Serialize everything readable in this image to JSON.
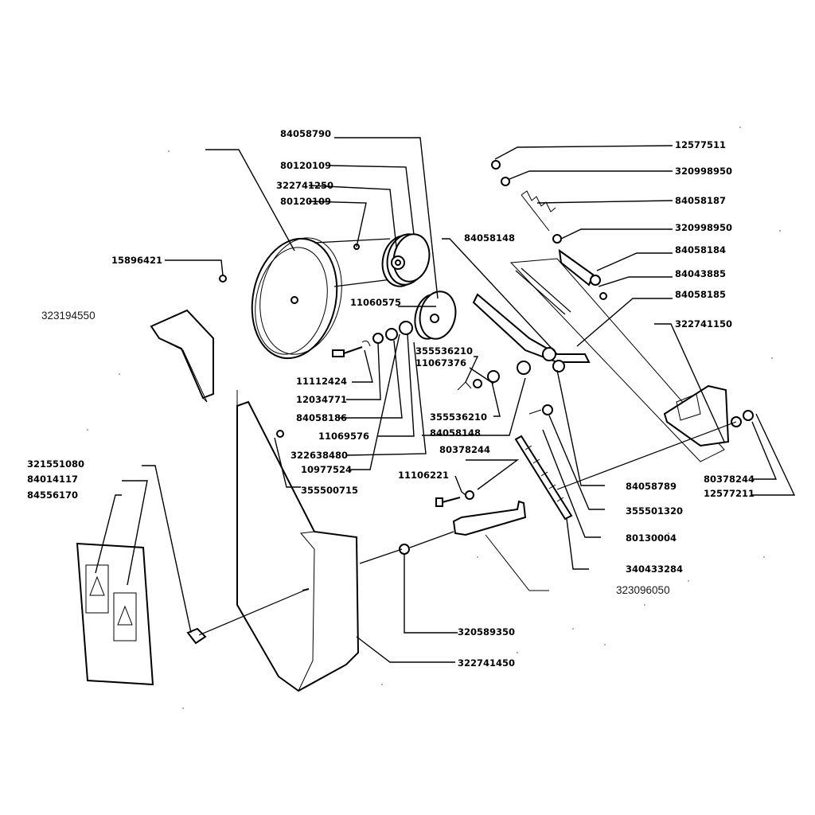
{
  "labels": {
    "p_84058790": "84058790",
    "p_80120109a": "80120109",
    "p_322741250": "322741250",
    "p_80120109b": "80120109",
    "p_15896421": "15896421",
    "p_323194550": "323194550",
    "p_11060575": "11060575",
    "p_84058148a": "84058148",
    "p_12577511": "12577511",
    "p_320998950a": "320998950",
    "p_84058187": "84058187",
    "p_320998950b": "320998950",
    "p_84058184": "84058184",
    "p_84043885": "84043885",
    "p_84058185": "84058185",
    "p_322741150": "322741150",
    "p_11112424": "11112424",
    "p_12034771": "12034771",
    "p_84058186": "84058186",
    "p_11069576": "11069576",
    "p_322638480": "322638480",
    "p_10977524": "10977524",
    "p_355500715": "355500715",
    "p_355536210a": "355536210",
    "p_11067376": "11067376",
    "p_355536210b": "355536210",
    "p_84058148b": "84058148",
    "p_80378244a": "80378244",
    "p_11106221": "11106221",
    "p_321551080": "321551080",
    "p_84014117": "84014117",
    "p_84556170": "84556170",
    "p_84058789": "84058789",
    "p_355501320": "355501320",
    "p_80130004": "80130004",
    "p_340433284": "340433284",
    "p_323096050": "323096050",
    "p_320589350": "320589350",
    "p_322741450": "322741450",
    "p_80378244b": "80378244",
    "p_12577211": "12577211"
  },
  "icons": {
    "large_pulley": "large-pulley-icon",
    "small_pulley": "small-pulley-icon",
    "mid_pulley": "mid-pulley-icon",
    "belt_guard": "belt-guard-icon",
    "bracket": "bracket-icon",
    "warning_decal": "warning-decal-icon",
    "spring": "spring-icon",
    "tension_arm": "tension-arm-icon",
    "mounting_plate": "mounting-plate-icon",
    "rod": "rod-icon"
  }
}
